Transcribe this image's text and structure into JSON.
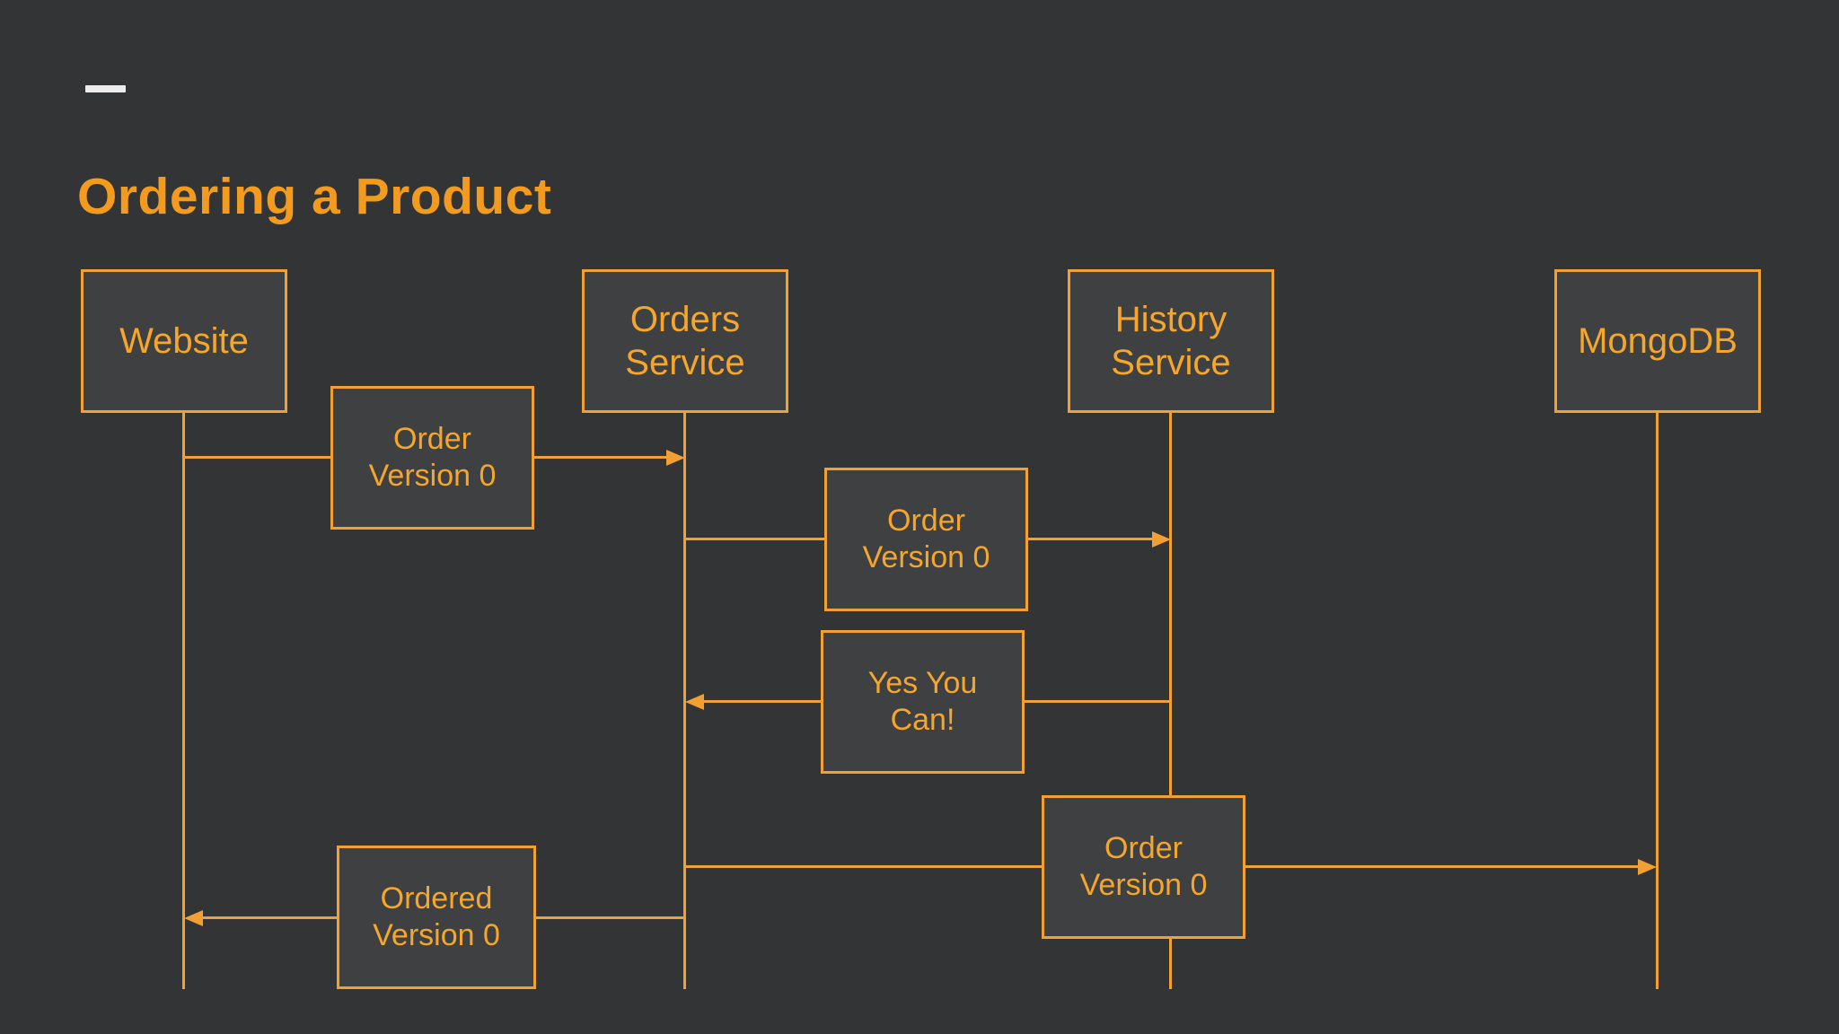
{
  "slide": {
    "title": "Ordering a Product",
    "colors": {
      "background": "#333435",
      "box_fill": "#3E4041",
      "accent": "#F2A033",
      "text": "#F6A62B",
      "title": "#F29B1F",
      "dash": "#EDEDED"
    }
  },
  "diagram": {
    "type": "sequence-diagram",
    "actors": [
      {
        "id": "website",
        "lines": [
          "Website"
        ]
      },
      {
        "id": "orders-service",
        "lines": [
          "Orders",
          "Service"
        ]
      },
      {
        "id": "history-service",
        "lines": [
          "History",
          "Service"
        ]
      },
      {
        "id": "mongodb",
        "lines": [
          "MongoDB"
        ]
      }
    ],
    "messages": [
      {
        "id": "m1",
        "from": "website",
        "to": "orders-service",
        "direction": "right",
        "lines": [
          "Order",
          "Version 0"
        ]
      },
      {
        "id": "m2",
        "from": "orders-service",
        "to": "history-service",
        "direction": "right",
        "lines": [
          "Order",
          "Version 0"
        ]
      },
      {
        "id": "m3",
        "from": "history-service",
        "to": "orders-service",
        "direction": "left",
        "lines": [
          "Yes You",
          "Can!"
        ]
      },
      {
        "id": "m4",
        "from": "orders-service",
        "to": "mongodb",
        "direction": "right",
        "lines": [
          "Order",
          "Version 0"
        ]
      },
      {
        "id": "m5",
        "from": "orders-service",
        "to": "website",
        "direction": "left",
        "lines": [
          "Ordered",
          "Version 0"
        ]
      }
    ]
  }
}
